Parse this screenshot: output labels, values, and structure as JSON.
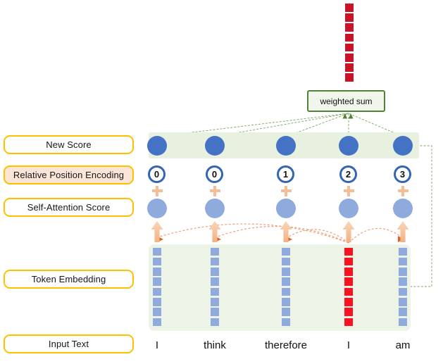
{
  "weighted_sum_label": "weighted sum",
  "side_labels": [
    {
      "text": "New Score",
      "highlighted": false
    },
    {
      "text": "Relative Position Encoding",
      "highlighted": true
    },
    {
      "text": "Self-Attention Score",
      "highlighted": false
    },
    {
      "text": "Token Embedding",
      "highlighted": false
    },
    {
      "text": "Input Text",
      "highlighted": false
    }
  ],
  "tokens": [
    {
      "word": "I",
      "relative_position": "0",
      "highlighted": false
    },
    {
      "word": "think",
      "relative_position": "0",
      "highlighted": false
    },
    {
      "word": "therefore",
      "relative_position": "1",
      "highlighted": false
    },
    {
      "word": "I",
      "relative_position": "2",
      "highlighted": true
    },
    {
      "word": "am",
      "relative_position": "3",
      "highlighted": false
    }
  ],
  "colors": {
    "label_border_gold": "#FFC000",
    "label_highlight_fill": "#FBE5D6",
    "new_score_blue": "#4472C4",
    "attention_light_blue": "#8FAADC",
    "position_ring_blue": "#3565B1",
    "plus_peach": "#F5BD95",
    "arrow_peach": "#F4B183",
    "arc_orange": "#F0A077",
    "arc_arrowhead_orange": "#E8621F",
    "embedding_red": "#FB1120",
    "output_red": "#C8142B",
    "green_border": "#538135",
    "green_band": "#E8F0E0",
    "dashed_green": "#7CA465"
  }
}
